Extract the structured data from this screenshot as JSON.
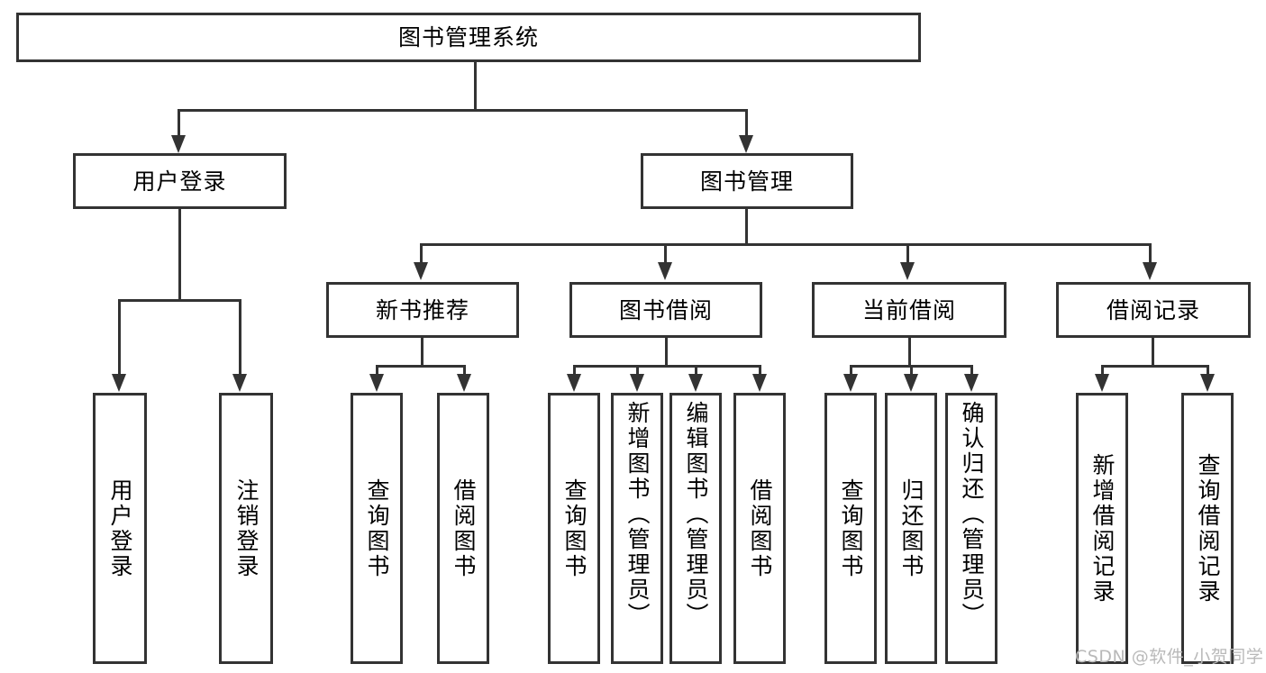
{
  "diagram": {
    "title": "图书管理系统",
    "type": "hierarchy-tree",
    "background_color": "#ffffff",
    "line_color": "#333333",
    "text_color": "#000000",
    "root": {
      "id": "root",
      "label": "图书管理系统",
      "orientation": "horizontal"
    },
    "level2": [
      {
        "id": "user-login",
        "label": "用户登录",
        "orientation": "horizontal"
      },
      {
        "id": "book-manage",
        "label": "图书管理",
        "orientation": "horizontal"
      }
    ],
    "level3": [
      {
        "id": "new-book-recommend",
        "label": "新书推荐",
        "orientation": "horizontal",
        "parent": "book-manage"
      },
      {
        "id": "book-borrow",
        "label": "图书借阅",
        "orientation": "horizontal",
        "parent": "book-manage"
      },
      {
        "id": "current-borrow",
        "label": "当前借阅",
        "orientation": "horizontal",
        "parent": "book-manage"
      },
      {
        "id": "borrow-record",
        "label": "借阅记录",
        "orientation": "horizontal",
        "parent": "book-manage"
      }
    ],
    "leaves": [
      {
        "id": "leaf-user-login",
        "label": "用户登录",
        "parent": "user-login",
        "orientation": "vertical",
        "align": "center"
      },
      {
        "id": "leaf-user-logout",
        "label": "注销登录",
        "parent": "user-login",
        "orientation": "vertical",
        "align": "center"
      },
      {
        "id": "leaf-query-book-1",
        "label": "查询图书",
        "parent": "new-book-recommend",
        "orientation": "vertical",
        "align": "center"
      },
      {
        "id": "leaf-borrow-book-1",
        "label": "借阅图书",
        "parent": "new-book-recommend",
        "orientation": "vertical",
        "align": "center"
      },
      {
        "id": "leaf-query-book-2",
        "label": "查询图书",
        "parent": "book-borrow",
        "orientation": "vertical",
        "align": "center"
      },
      {
        "id": "leaf-add-book",
        "label": "新增图书（管理员）",
        "parent": "book-borrow",
        "orientation": "vertical",
        "align": "top"
      },
      {
        "id": "leaf-edit-book",
        "label": "编辑图书（管理员）",
        "parent": "book-borrow",
        "orientation": "vertical",
        "align": "top"
      },
      {
        "id": "leaf-borrow-book-2",
        "label": "借阅图书",
        "parent": "book-borrow",
        "orientation": "vertical",
        "align": "center"
      },
      {
        "id": "leaf-query-book-3",
        "label": "查询图书",
        "parent": "current-borrow",
        "orientation": "vertical",
        "align": "center"
      },
      {
        "id": "leaf-return-book",
        "label": "归还图书",
        "parent": "current-borrow",
        "orientation": "vertical",
        "align": "center"
      },
      {
        "id": "leaf-confirm-return",
        "label": "确认归还（管理员）",
        "parent": "current-borrow",
        "orientation": "vertical",
        "align": "top"
      },
      {
        "id": "leaf-add-record",
        "label": "新增借阅记录",
        "parent": "borrow-record",
        "orientation": "vertical",
        "align": "center"
      },
      {
        "id": "leaf-query-record",
        "label": "查询借阅记录",
        "parent": "borrow-record",
        "orientation": "vertical",
        "align": "center"
      }
    ]
  },
  "watermark": {
    "text": "CSDN @软件_小贺同学",
    "color": "#b9b9b9"
  }
}
